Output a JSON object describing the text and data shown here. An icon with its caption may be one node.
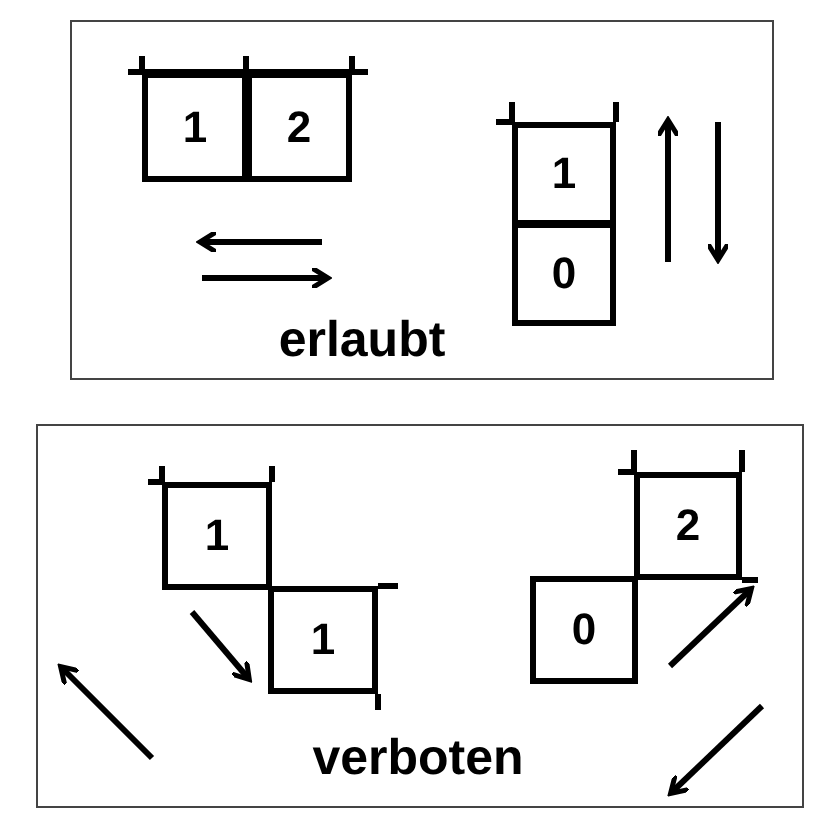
{
  "diagram": {
    "nodes": [
      {
        "text": [
          "erlaubt"
        ]
      },
      {
        "text": [
          "1"
        ],
        "in": 0
      },
      {
        "text": [
          "2"
        ],
        "in": 0
      },
      {
        "text": [
          "1"
        ],
        "in": 0
      },
      {
        "text": [
          "0"
        ],
        "in": 0
      },
      {
        "text": [
          "verboten"
        ]
      },
      {
        "text": [
          "1"
        ],
        "in": 5
      },
      {
        "text": [
          "1"
        ],
        "in": 5
      },
      {
        "text": [
          "2"
        ],
        "in": 5
      },
      {
        "text": [
          "0"
        ],
        "in": 5
      }
    ]
  }
}
